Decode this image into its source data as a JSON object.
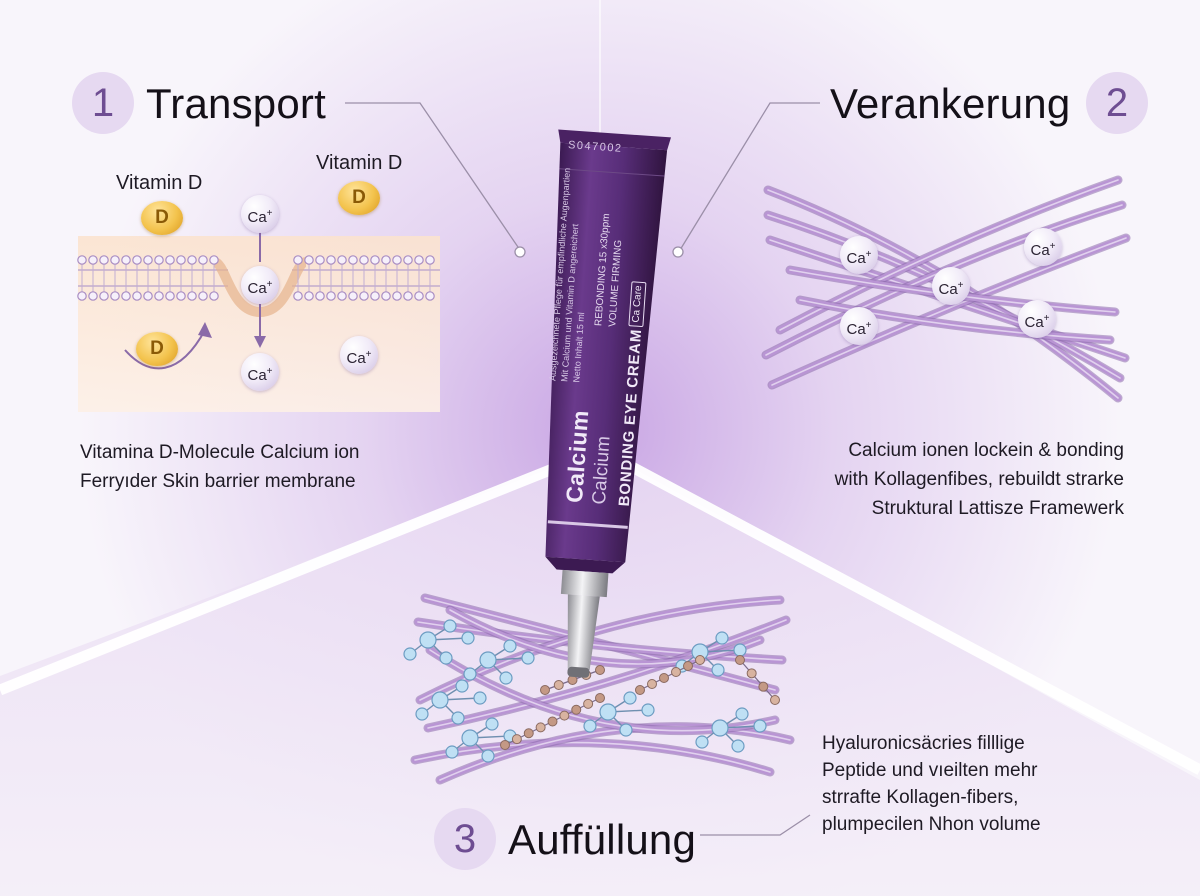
{
  "steps": [
    {
      "number": "1",
      "title": "Transport"
    },
    {
      "number": "2",
      "title": "Verankerung"
    },
    {
      "number": "3",
      "title": "Auffüllung"
    }
  ],
  "transport": {
    "vitamin_label_left": "Vitamin D",
    "vitamin_label_right": "Vitamin D",
    "vitamin_symbol": "D",
    "ion_symbol": "Ca",
    "ion_charge": "+",
    "description": [
      "Vitamina D-Molecule Calcium ion",
      "Ferryıder Skin barrier membrane"
    ]
  },
  "verankerung": {
    "description": [
      "Calcium ionen lockein & bonding",
      "with Kollagenfibes, rebuildt strarke",
      "Struktural Lattisze Framewerk"
    ]
  },
  "auffuellung": {
    "description": [
      "Hyaluronicsäcries filllige",
      "Peptide und vıeilten mehr",
      "strrafte Kollagen-fibers,",
      "plumpecilen Nhon volume"
    ]
  },
  "tube": {
    "cap_code": "S047002",
    "brand_main": "Calcium",
    "brand_sub": "Calcium",
    "product_name": "BONDING EYE CREAM",
    "logo": "Ca Care",
    "sub_line1": "REBONDING 15 x30ppm",
    "sub_line2": "VOLUME FIRMING",
    "fine_print1": "Ausgezeichnete Pflege für empfindliche Augenpartien",
    "fine_print2": "Mit Calcium und Vitamin D angereichert",
    "fine_print3": "Netto Inhalt 15 ml"
  },
  "colors": {
    "accent_purple": "#5a2f78",
    "circle_bg": "#e6d9f1",
    "fiber": "#b995d4",
    "vitamin_gold": "#f3c34d"
  }
}
